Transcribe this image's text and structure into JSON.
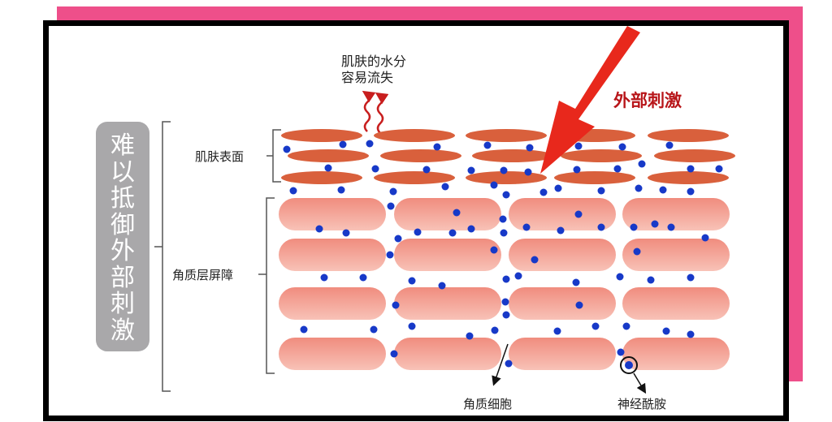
{
  "side_label": "难\n以\n抵\n御\n外\n部\n刺\n激",
  "labels": {
    "water_loss": "肌肤的水分\n容易流失",
    "external": "外部刺激",
    "surface": "肌肤表面",
    "barrier": "角质层屏障",
    "corneocyte": "角质细胞",
    "ceramide": "神经酰胺"
  },
  "colors": {
    "frame_pink": "#ee4f8a",
    "surface_cell": "#d9603c",
    "arrow_red": "#e8281c",
    "lipid_dot": "#1739c8",
    "pill_gray": "#a9a8aa"
  }
}
